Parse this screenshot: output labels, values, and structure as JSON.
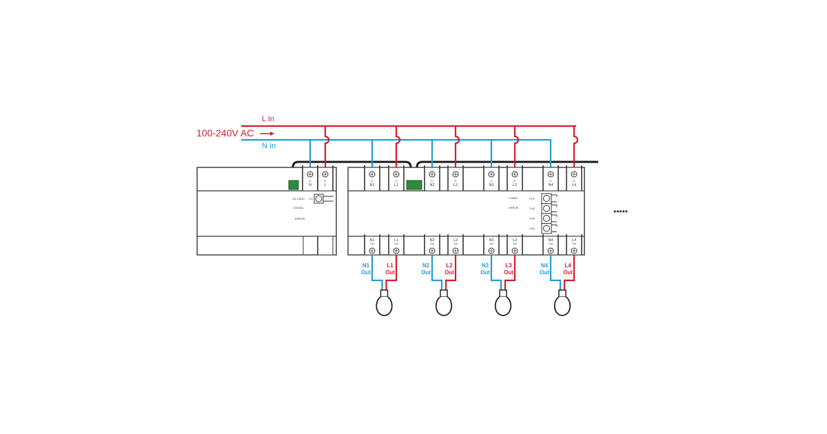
{
  "supply": {
    "l_in": "L In",
    "n_in": "N In",
    "voltage": "100-240V AC"
  },
  "gateway": {
    "terminals": [
      {
        "top": "In",
        "label": "N"
      },
      {
        "top": "In",
        "label": "L"
      }
    ],
    "indicators": [
      "SD CARD",
      "SIGNAL",
      "ERROR"
    ],
    "ch_label": "CH"
  },
  "switch_module": {
    "indicators": [
      "COMM",
      "ERROR"
    ],
    "channel_buttons": [
      "CH1",
      "CH2",
      "CH3",
      "CH4"
    ],
    "channels": [
      {
        "n_in": "N1",
        "l_in": "L1",
        "n_out": "N1",
        "l_out": "L1",
        "out_n_label": "N1",
        "out_l_label": "L1",
        "out": "Out",
        "in": "In"
      },
      {
        "n_in": "N2",
        "l_in": "L2",
        "n_out": "N2",
        "l_out": "L2",
        "out_n_label": "N2",
        "out_l_label": "L2",
        "out": "Out",
        "in": "In"
      },
      {
        "n_in": "N3",
        "l_in": "L3",
        "n_out": "N3",
        "l_out": "L3",
        "out_n_label": "N3",
        "out_l_label": "L3",
        "out": "Out",
        "in": "In"
      },
      {
        "n_in": "N4",
        "l_in": "L4",
        "n_out": "N4",
        "l_out": "L4",
        "out_n_label": "N4",
        "out_l_label": "L4",
        "out": "Out",
        "in": "In"
      }
    ]
  },
  "more_indicator": "•••••",
  "colors": {
    "live": "#d7192b",
    "neutral": "#239bd6",
    "cable": "#1a1a1a"
  }
}
